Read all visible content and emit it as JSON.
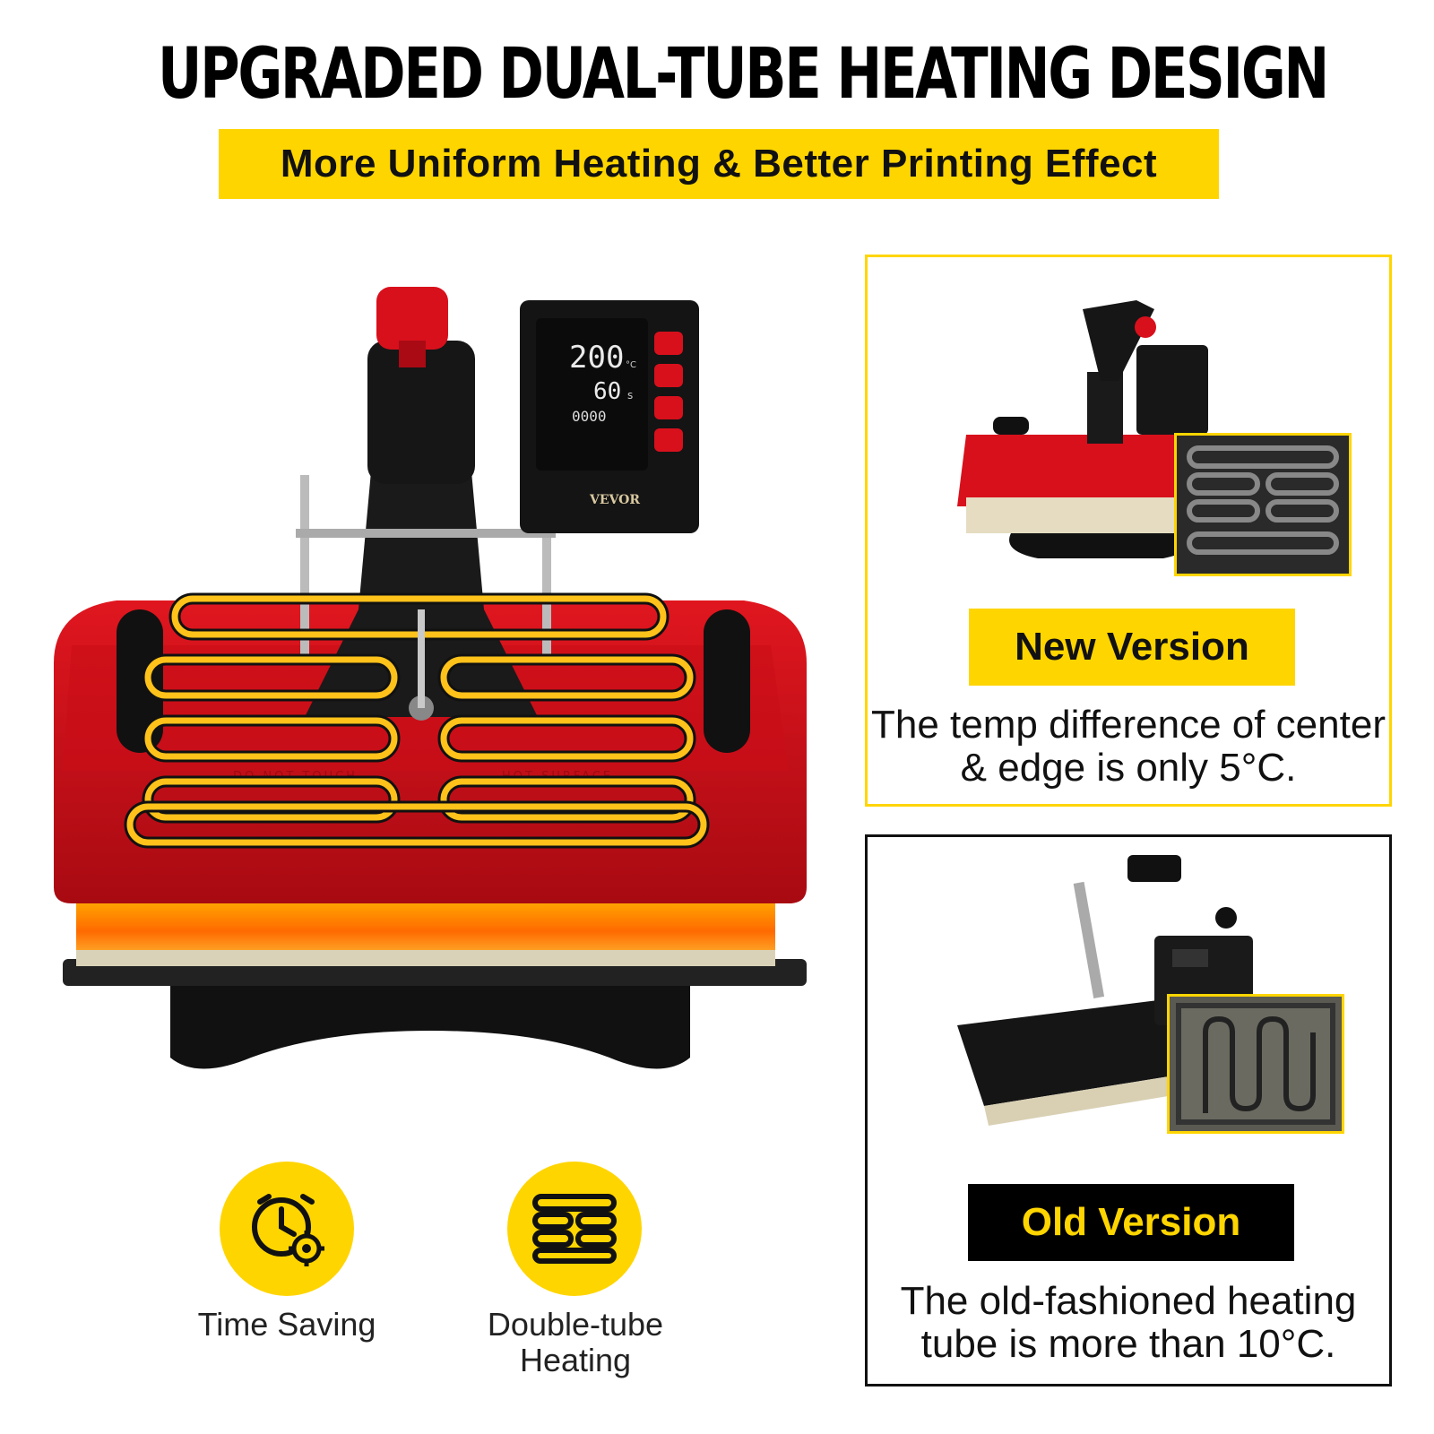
{
  "header": {
    "title": "UPGRADED DUAL-TUBE HEATING DESIGN",
    "subtitle": "More Uniform Heating & Better Printing Effect"
  },
  "product": {
    "display_temp": "200",
    "display_temp_unit": "°C",
    "display_time": "60",
    "display_time_unit": "s",
    "display_count": "0000",
    "brand": "VEVOR",
    "plate_text_left": "DO NOT TOUCH",
    "plate_text_right": "HOT SURFACE"
  },
  "features": [
    {
      "label": "Time Saving",
      "icon": "clock-gear-icon"
    },
    {
      "label": "Double-tube Heating",
      "icon": "heating-tube-icon"
    }
  ],
  "comparison": {
    "new": {
      "badge": "New Version",
      "description": "The temp difference of center & edge is only 5°C."
    },
    "old": {
      "badge": "Old Version",
      "description": "The old-fashioned heating tube is more than 10°C."
    }
  },
  "colors": {
    "accent": "#ffd500",
    "product_red": "#d2101e",
    "black": "#111111",
    "heat_glow": "#ff8a00"
  }
}
